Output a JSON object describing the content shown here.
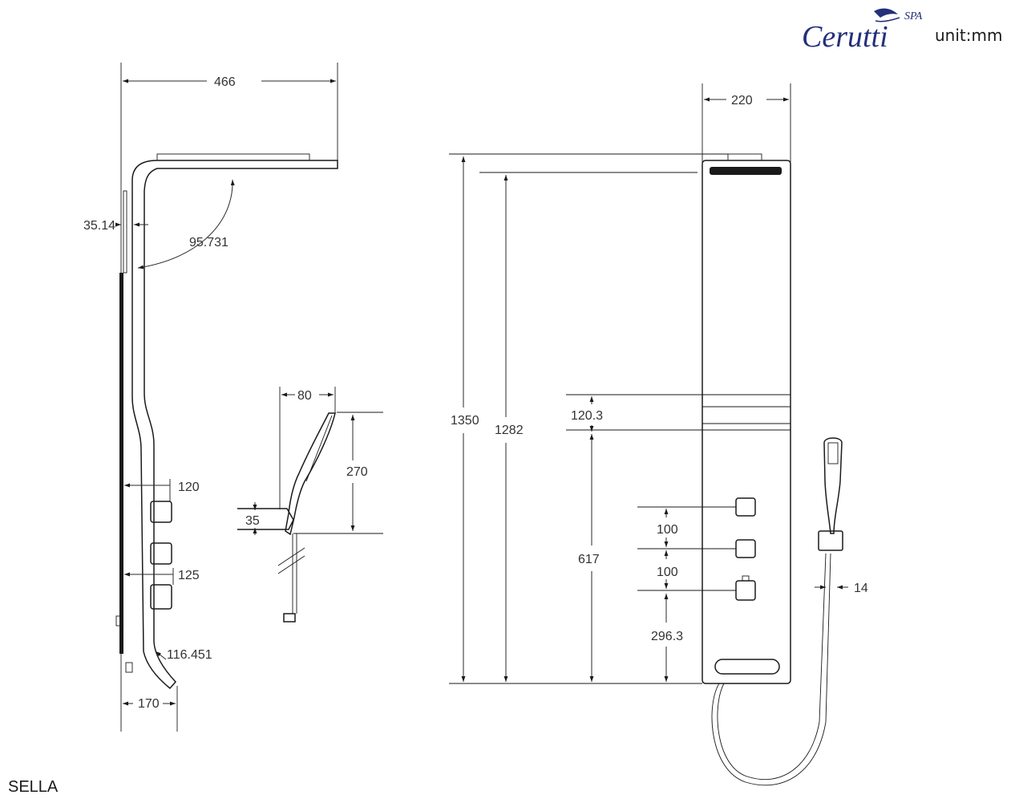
{
  "header": {
    "brand_logo": "Cerutti",
    "brand_sub": "SPA",
    "unit_label": "unit:mm"
  },
  "model_name": "SELLA",
  "side_view": {
    "width_top": "466",
    "wall_offset": "35.14",
    "head_angle": "95.731",
    "handle_depth_1": "120",
    "handle_depth_2": "125",
    "bottom_angle": "116.451",
    "bottom_depth": "170"
  },
  "hand_shower_view": {
    "depth": "80",
    "length": "270",
    "holder_height": "35"
  },
  "front_view": {
    "width_top": "220",
    "total_height": "1350",
    "body_height": "1282",
    "strip_height": "120.3",
    "control_zone_height": "617",
    "knob_spacing_1": "100",
    "knob_spacing_2": "100",
    "bottom_offset": "296.3",
    "hose_diameter": "14"
  },
  "colors": {
    "brand": "#23307a",
    "line": "#1a1a1a",
    "text": "#333333"
  }
}
